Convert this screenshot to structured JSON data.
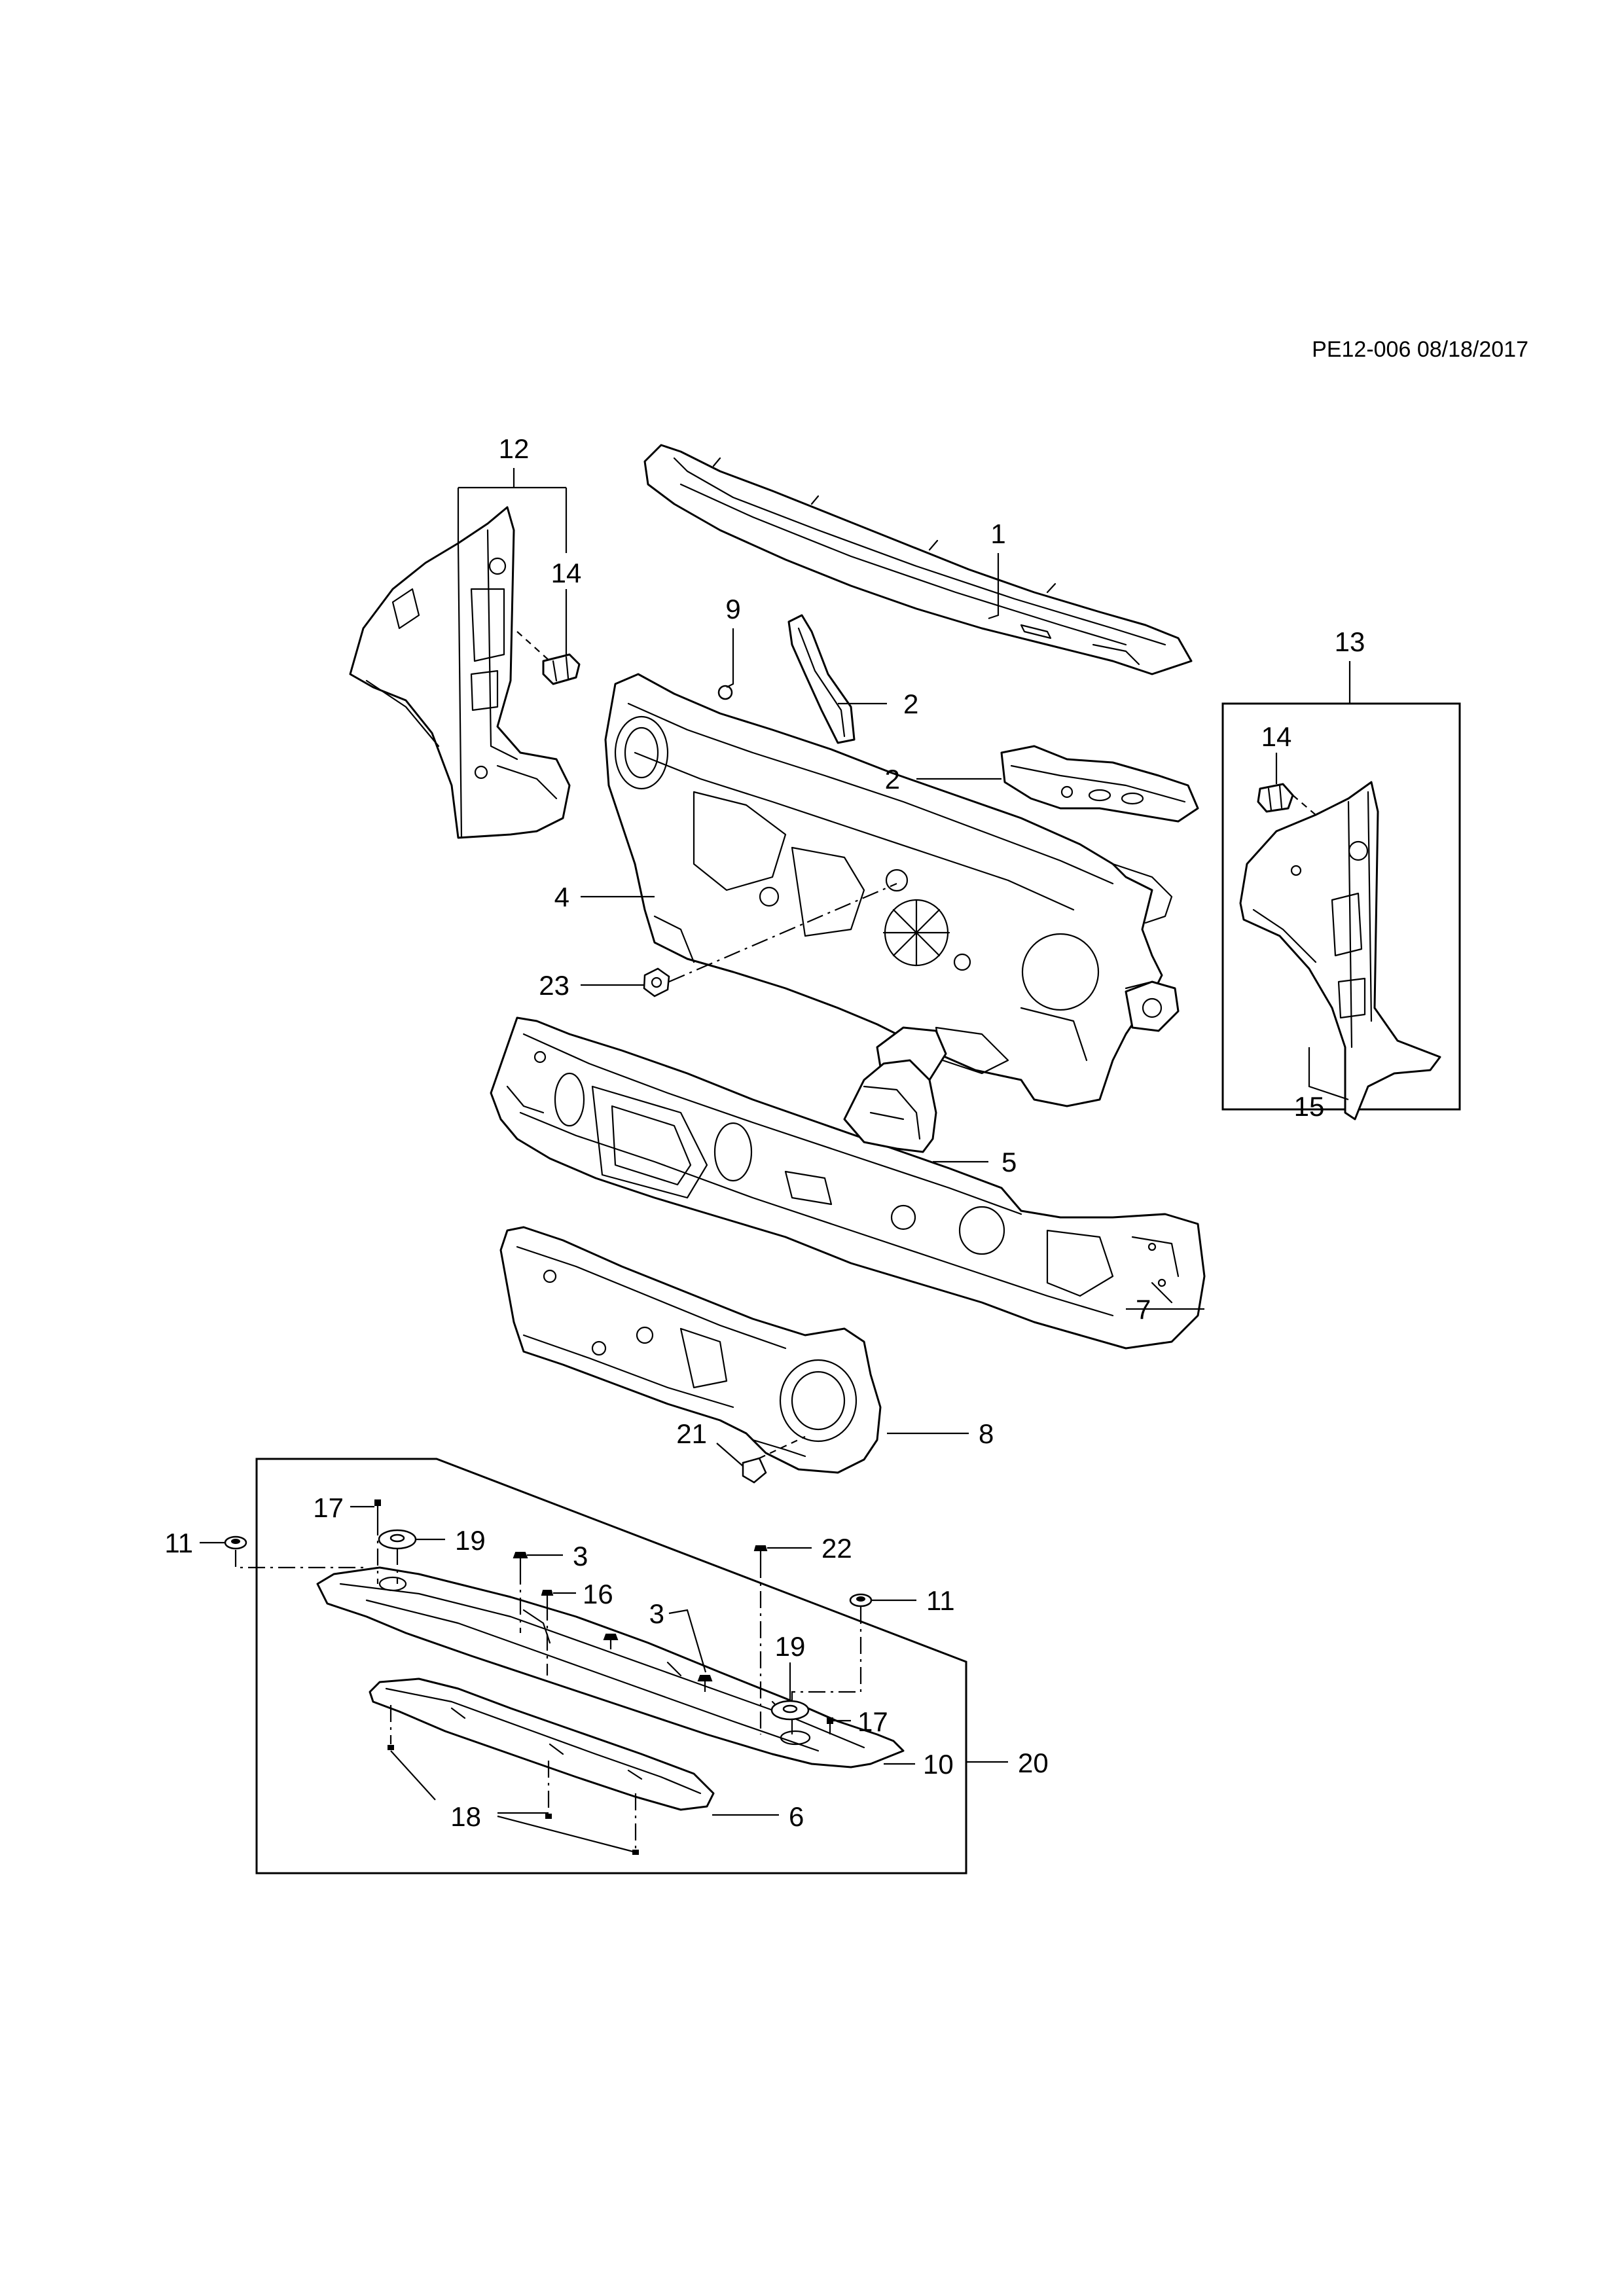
{
  "drawing_code": "PE12-006 08/18/2017",
  "callouts": {
    "c1": "1",
    "c2a": "2",
    "c2b": "2",
    "c3a": "3",
    "c3b": "3",
    "c4": "4",
    "c5": "5",
    "c6": "6",
    "c7": "7",
    "c8": "8",
    "c9": "9",
    "c10": "10",
    "c11a": "11",
    "c11b": "11",
    "c12": "12",
    "c13": "13",
    "c14a": "14",
    "c14b": "14",
    "c15": "15",
    "c16": "16",
    "c17a": "17",
    "c17b": "17",
    "c18": "18",
    "c19a": "19",
    "c19b": "19",
    "c20": "20",
    "c21": "21",
    "c22": "22",
    "c23": "23"
  }
}
